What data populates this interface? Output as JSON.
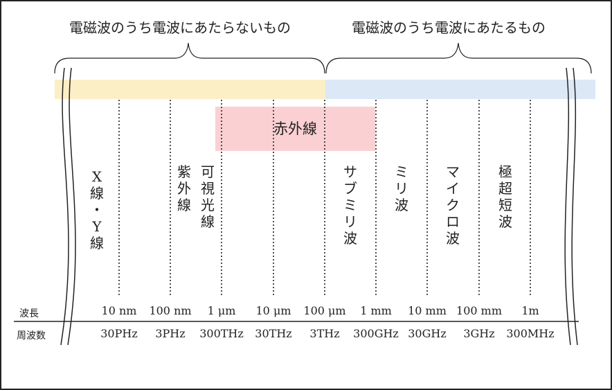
{
  "headings": {
    "non_em": "電磁波のうち電波にあたらないもの",
    "em": "電磁波のうち電波にあたるもの"
  },
  "bands": {
    "infrared": "赤外線"
  },
  "categories": [
    {
      "key": "xray",
      "text": "X線・Y線"
    },
    {
      "key": "uv",
      "text": "紫外線"
    },
    {
      "key": "visible",
      "text": "可視光線"
    },
    {
      "key": "submm",
      "text": "サブミリ波"
    },
    {
      "key": "mm",
      "text": "ミリ波"
    },
    {
      "key": "microwave",
      "text": "マイクロ波"
    },
    {
      "key": "uhf",
      "text": "極超短波"
    }
  ],
  "axis": {
    "wavelength_label": "波長",
    "frequency_label": "周波数",
    "wavelengths": [
      "10 nm",
      "100 nm",
      "1 μm",
      "10 μm",
      "100 μm",
      "1 mm",
      "10 mm",
      "100 mm",
      "1m"
    ],
    "frequencies": [
      "30PHz",
      "3PHz",
      "300THz",
      "30THz",
      "3THz",
      "300GHz",
      "30GHz",
      "3GHz",
      "300MHz"
    ]
  },
  "colors": {
    "non_radio_band": "#fcefc6",
    "radio_band": "#dce8f6",
    "infrared_band": "#fbd0d3"
  }
}
